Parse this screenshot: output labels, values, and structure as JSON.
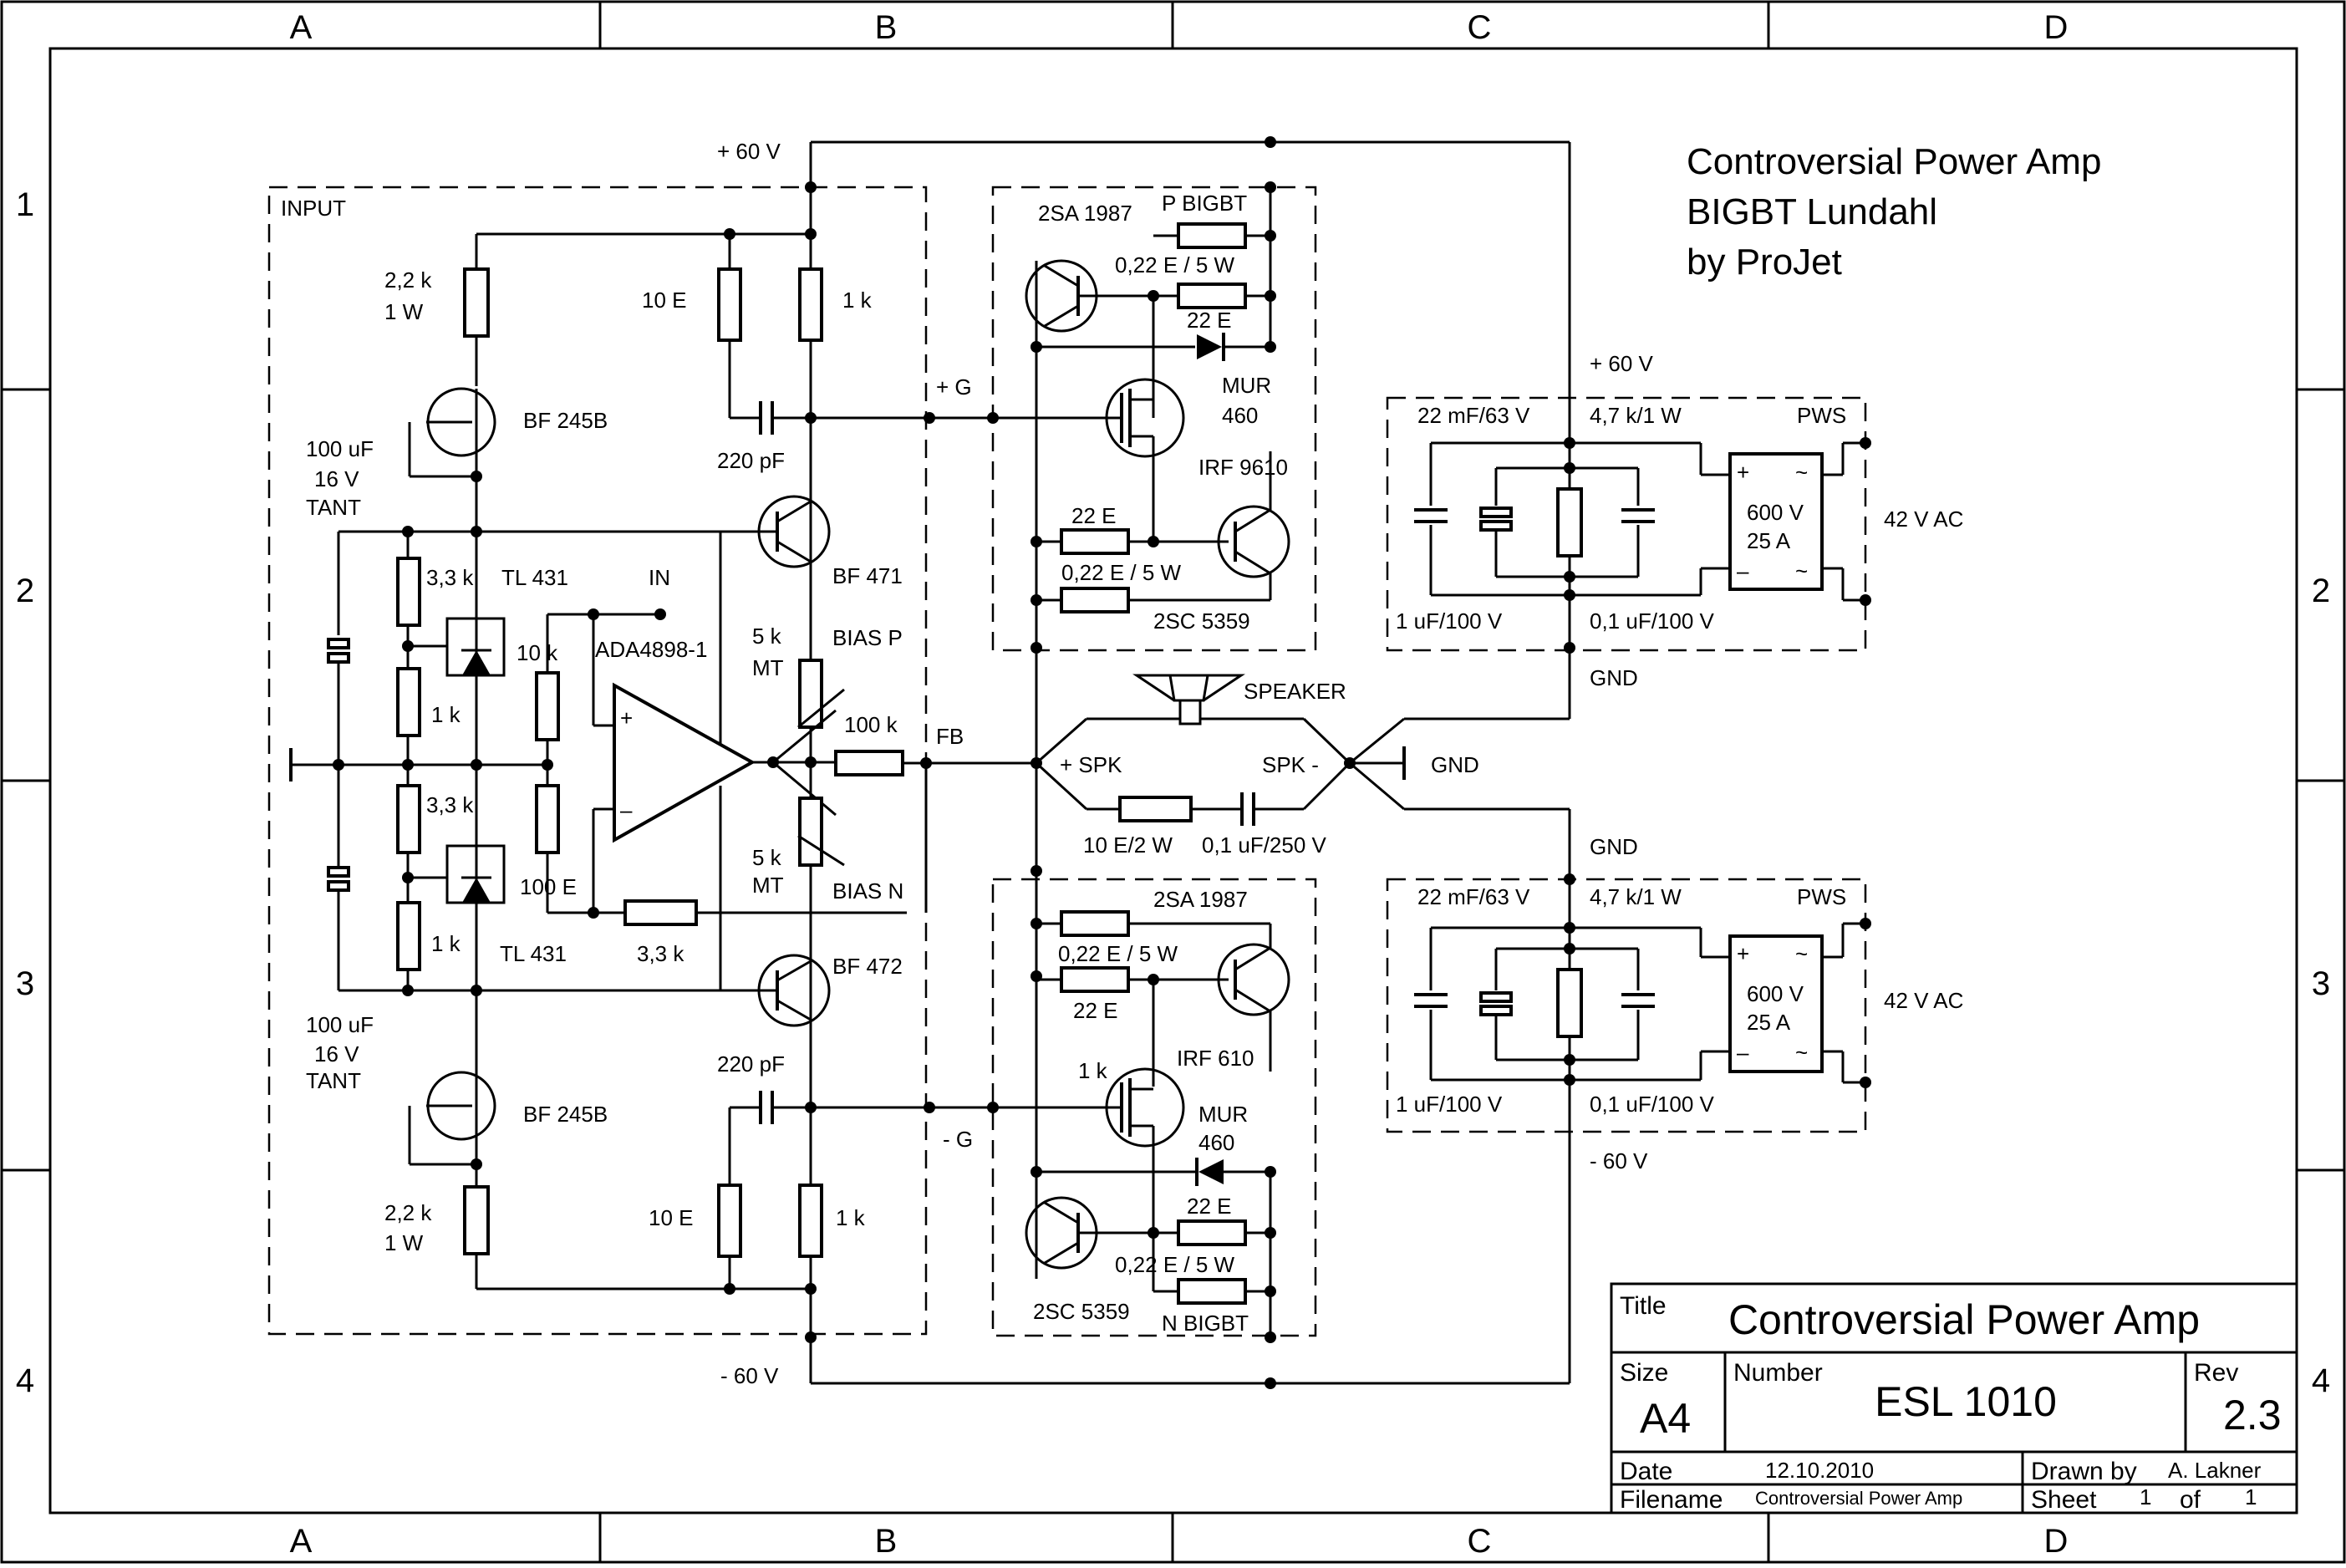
{
  "sheet": {
    "columns": [
      "A",
      "B",
      "C",
      "D"
    ],
    "rows": [
      "1",
      "2",
      "3",
      "4"
    ]
  },
  "header": {
    "title_lines": [
      "Controversial Power Amp",
      "BIGBT Lundahl",
      "by ProJet"
    ]
  },
  "title_block": {
    "title_caption": "Title",
    "title": "Controversial Power Amp",
    "size_caption": "Size",
    "size": "A4",
    "number_caption": "Number",
    "number": "ESL 1010",
    "rev_caption": "Rev",
    "rev": "2.3",
    "date_caption": "Date",
    "date": "12.10.2010",
    "drawn_caption": "Drawn by",
    "drawn_by": "A. Lakner",
    "filename_caption": "Filename",
    "filename": "Controversial Power Amp",
    "sheet_caption": "Sheet",
    "sheet_num": "1",
    "of_caption": "of",
    "sheet_total": "1"
  },
  "rails": {
    "pos": "+ 60 V",
    "neg": "- 60 V",
    "pos_g": "+ G",
    "neg_g": "- G",
    "fb": "FB",
    "in": "IN"
  },
  "input_stage": {
    "block": "INPUT",
    "r_top": "2,2 k",
    "r_top_w": "1 W",
    "jfet_top": "BF 245B",
    "cap_top": "100 uF",
    "cap_top_v": "16 V",
    "cap_top_t": "TANT",
    "r_33k_top": "3,3 k",
    "ref_top": "TL 431",
    "r_1k_top": "1 k",
    "r_10k": "10 k",
    "r_33k_bot": "3,3 k",
    "r_100e": "100 E",
    "r_1k_bot": "1 k",
    "ref_bot": "TL 431",
    "r_33k_fb": "3,3 k",
    "cap_bot": "100 uF",
    "cap_bot_v": "16 V",
    "cap_bot_t": "TANT",
    "jfet_bot": "BF 245B",
    "r_bot": "2,2 k",
    "r_bot_w": "1 W",
    "opamp": "ADA4898-1",
    "opamp_plus": "+",
    "opamp_minus": "–",
    "r_10e_top": "10 E",
    "r_1k_rt": "1 k",
    "c_220_top": "220 pF",
    "q_top": "BF 471",
    "pot_p": "5 k",
    "pot_p_mt": "MT",
    "bias_p": "BIAS P",
    "r_100k": "100 k",
    "pot_n": "5 k",
    "pot_n_mt": "MT",
    "bias_n": "BIAS N",
    "q_bot": "BF 472",
    "c_220_bot": "220 pF",
    "r_10e_bot": "10 E",
    "r_1k_rb": "1 k"
  },
  "output_stage": {
    "p_q": "2SA 1987",
    "p_bigbt": "P BIGBT",
    "p_r022": "0,22 E / 5 W",
    "p_r22": "22 E",
    "p_mur": "MUR",
    "p_mur_n": "460",
    "p_mos": "IRF 9610",
    "p_r22b": "22 E",
    "p_r022b": "0,22 E / 5 W",
    "p_q2": "2SC 5359",
    "n_q": "2SA 1987",
    "n_r022": "0,22 E / 5 W",
    "n_r22": "22 E",
    "n_mos": "IRF 610",
    "n_r1k": "1 k",
    "n_mur": "MUR",
    "n_mur_n": "460",
    "n_r22b": "22 E",
    "n_r022b": "0,22 E / 5 W",
    "n_q2": "2SC 5359",
    "n_bigbt": "N BIGBT",
    "speaker": "SPEAKER",
    "spk_pos": "+ SPK",
    "spk_neg": "SPK -",
    "gnd": "GND",
    "zobel_r": "10 E/2 W",
    "zobel_c": "0,1 uF/250 V"
  },
  "psu_top": {
    "rail": "+ 60 V",
    "c_big": "22 mF/63 V",
    "r_bleed": "4,7 k/1 W",
    "pws": "PWS",
    "bridge_v": "600 V",
    "bridge_a": "25 A",
    "ac": "42 V AC",
    "c_1u": "1 uF/100 V",
    "c_01u": "0,1 uF/100 V",
    "gnd": "GND",
    "plus": "+",
    "minus": "–",
    "tilde": "~"
  },
  "psu_bot": {
    "gnd": "GND",
    "c_big": "22 mF/63 V",
    "r_bleed": "4,7 k/1 W",
    "pws": "PWS",
    "bridge_v": "600 V",
    "bridge_a": "25 A",
    "ac": "42 V AC",
    "c_1u": "1 uF/100 V",
    "c_01u": "0,1 uF/100 V",
    "rail": "- 60 V",
    "plus": "+",
    "minus": "–",
    "tilde": "~"
  }
}
